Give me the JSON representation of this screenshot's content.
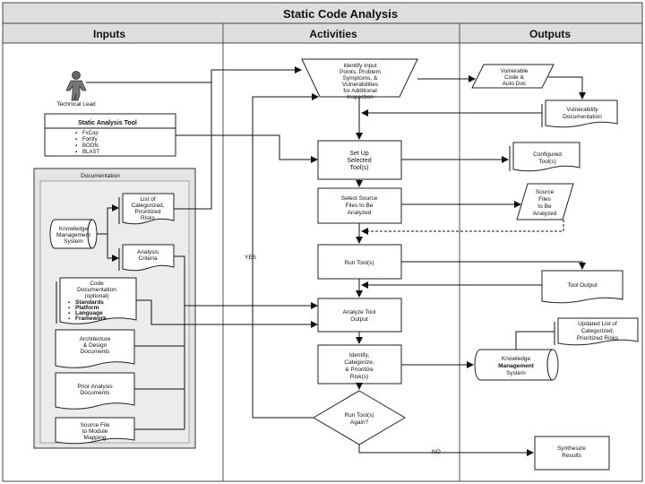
{
  "title": "Static Code Analysis",
  "columns": {
    "inputs": "Inputs",
    "activities": "Activities",
    "outputs": "Outputs"
  },
  "inputs": {
    "actor": "Technical Lead",
    "tool_box": {
      "title": "Static Analysis Tool",
      "items": [
        "FxCop",
        "Fortify",
        "BOON",
        "BLAST"
      ]
    },
    "documentation": {
      "title": "Documentation",
      "knowledge_system": [
        "Knowledge",
        "Management",
        "System"
      ],
      "risk_list": [
        "List of",
        "Categorized,",
        "Prioritized",
        "Risks"
      ],
      "analysis_criteria": [
        "Analysis",
        "Criteria"
      ],
      "code_doc": {
        "lines": [
          "Code",
          "Documentation",
          "(optional)"
        ],
        "bullets": [
          "Standards",
          "Platform",
          "Language",
          "Framework"
        ]
      },
      "architecture": [
        "Architecture",
        "& Design",
        "Documents"
      ],
      "prior": [
        "Prior Analysis",
        "Documents"
      ],
      "source_map": [
        "Source File",
        "to Module",
        "Mapping"
      ]
    }
  },
  "activities": {
    "identify": [
      "Identify Input",
      "Points, Problem",
      "Symptoms, &",
      "Vulnerabilities",
      "for Additional",
      "Inspection"
    ],
    "setup": [
      "Set Up",
      "Selected",
      "Tool(s)"
    ],
    "select": [
      "Select Source",
      "Files to Be",
      "Analyzed"
    ],
    "run": [
      "Run Tool(s)"
    ],
    "analyze": [
      "Analyze Tool",
      "Output"
    ],
    "categorize": [
      "Identify,",
      "Categorize,",
      "& Prioritize",
      "Risk(s)"
    ],
    "decision": [
      "Run Tool(s)",
      "Again?"
    ],
    "yes_label": "YES",
    "no_label": "NO"
  },
  "outputs": {
    "vuln_code": [
      "Vulnerable",
      "Code &",
      "Auto Doc"
    ],
    "vuln_doc": [
      "Vulnerability",
      "Documentation"
    ],
    "configured": [
      "Configured",
      "Tool(s)"
    ],
    "source_files": [
      "Source",
      "Files",
      "to Be",
      "Analyzed"
    ],
    "tool_output": [
      "Tool Output"
    ],
    "updated_list": [
      "Updated List of",
      "Categorized,",
      "Prioritized Risks"
    ],
    "kms": [
      "Knowledge",
      "Management",
      "System"
    ],
    "synthesize": [
      "Synthesize",
      "Results"
    ]
  }
}
